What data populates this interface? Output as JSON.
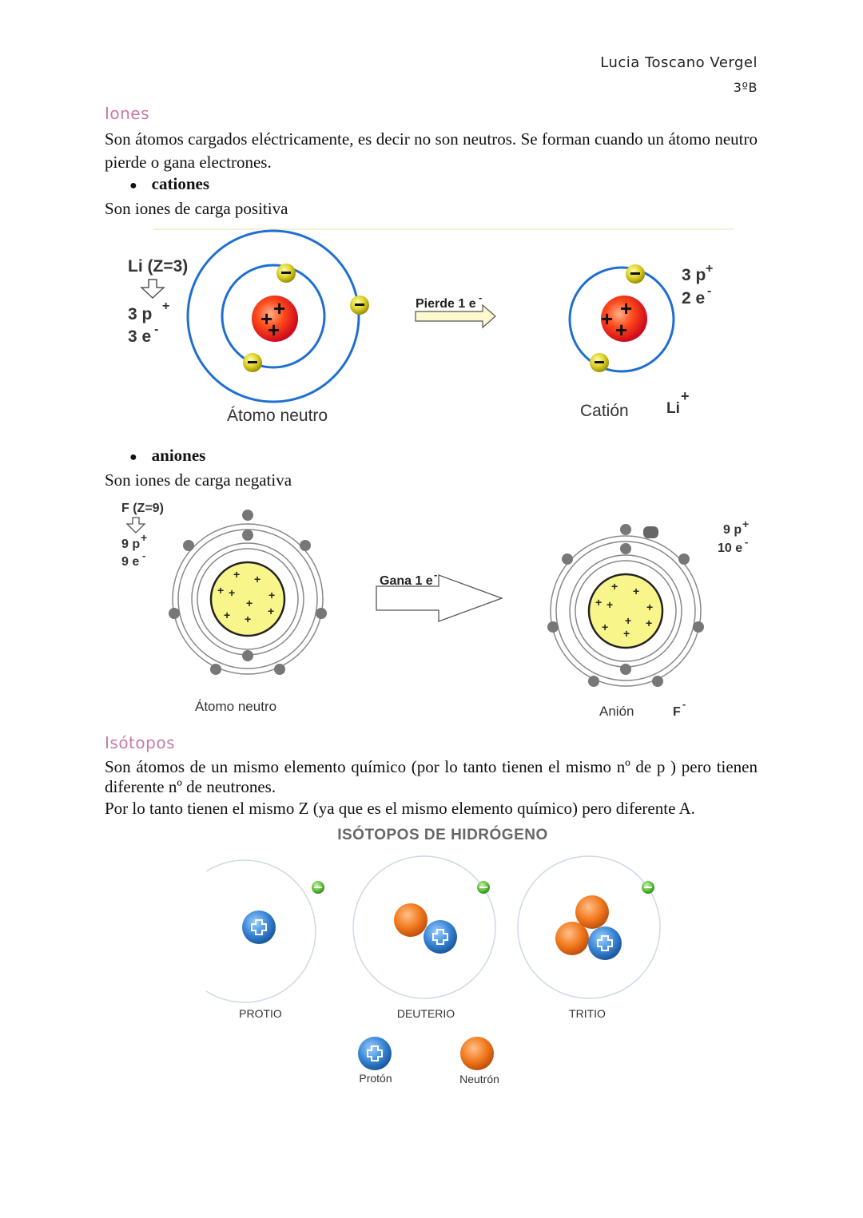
{
  "header": {
    "author": "Lucia Toscano Vergel",
    "class": "3ºB"
  },
  "iones": {
    "title": "Iones",
    "intro": "Son átomos cargados eléctricamente, es decir no son neutros. Se forman cuando un átomo neutro pierde o gana electrones.",
    "cationes": {
      "bullet": "cationes",
      "desc": "Son iones de carga positiva",
      "diagram": {
        "element": "Li (Z=3)",
        "protons": "3 p",
        "electrons": "3 e",
        "neutral_label": "Átomo neutro",
        "arrow_label": "Pierde 1 e",
        "ion_protons": "3 p",
        "ion_electrons": "2 e",
        "ion_label": "Catión",
        "ion_symbol": "Li",
        "plus": "+",
        "minus": "-"
      }
    },
    "aniones": {
      "bullet": "aniones",
      "desc": "Son iones de carga negativa",
      "diagram": {
        "element": "F (Z=9)",
        "protons": "9 p",
        "electrons": "9 e",
        "neutral_label": "Átomo neutro",
        "arrow_label": "Gana 1 e",
        "ion_protons": "9 p",
        "ion_electrons": "10 e",
        "ion_label": "Anión",
        "ion_symbol": "F",
        "plus": "+",
        "minus": "-"
      }
    }
  },
  "isotopos": {
    "title": "Isótopos",
    "p1": "Son átomos de un mismo elemento químico (por lo tanto tienen el mismo nº de p ) pero tienen diferente nº de neutrones.",
    "p2": "Por lo tanto tienen el mismo Z (ya que es el mismo elemento químico) pero diferente A.",
    "figure": {
      "title": "ISÓTOPOS DE HIDRÓGENO",
      "isotopes": [
        "PROTIO",
        "DEUTERIO",
        "TRITIO"
      ],
      "legend_proton": "Protón",
      "legend_neutron": "Neutrón"
    }
  },
  "colors": {
    "heading": "#c97aa5",
    "orbit": "#1f6fd1",
    "electron": "#d8d020",
    "nucleus": "#ff4a1a",
    "proton": "#2f7fd0",
    "neutron": "#f07a1e"
  }
}
